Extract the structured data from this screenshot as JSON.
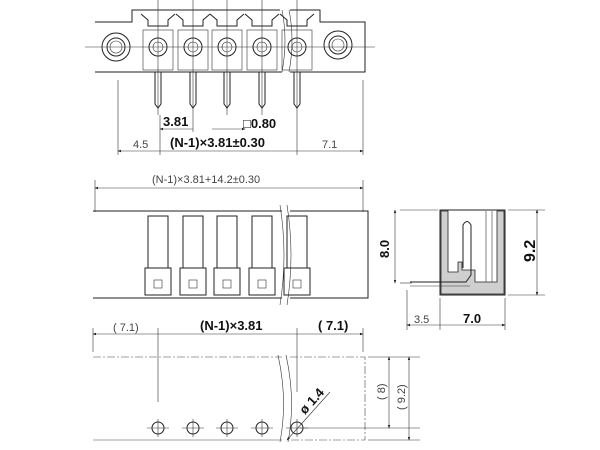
{
  "top_view": {
    "pitch_label": "3.81",
    "pin_size_label": "□0.80",
    "left_offset_label": "4.5",
    "span_label": "(N-1)×3.81±0.30",
    "right_offset_label": "7.1",
    "pin_count": 5
  },
  "front_view": {
    "overall_label": "(N-1)×3.81+14.2±0.30"
  },
  "side_view": {
    "height_label": "8.0",
    "total_height_label": "9.2",
    "pin_offset_label": "3.5",
    "depth_label": "7.0"
  },
  "pcb_view": {
    "left_label": "( 7.1)",
    "span_label": "(N-1)×3.81",
    "right_label": "( 7.1)",
    "hole_label": "ø 1.4",
    "height_label": "( 8)",
    "total_height_label": "( 9.2)"
  },
  "colors": {
    "line": "#222222",
    "background": "#ffffff"
  }
}
